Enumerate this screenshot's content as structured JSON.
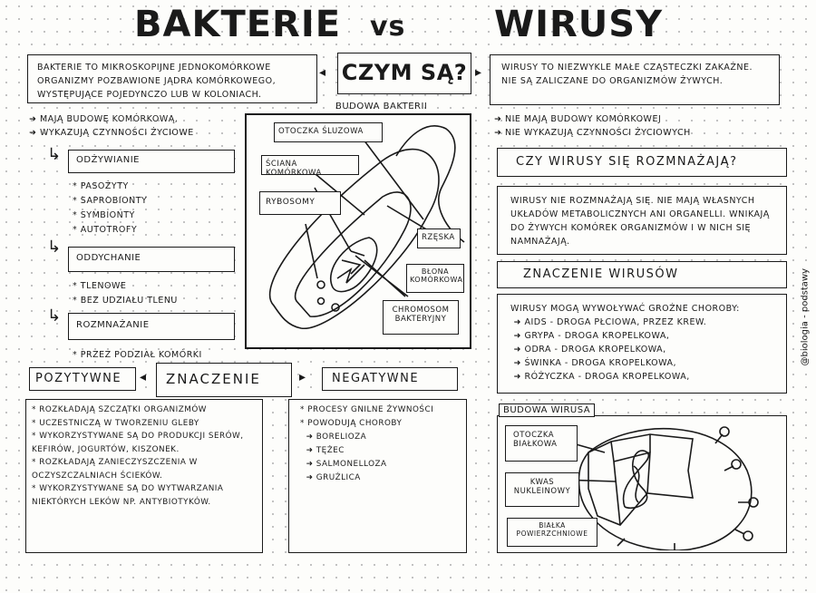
{
  "title": {
    "left": "BAKTERIE",
    "vs": "vs",
    "right": "WIRUSY"
  },
  "center_question": "CZYM SĄ?",
  "bacteria": {
    "definition": "Bakterie to mikroskopijne jednokomórkowe organizmy pozbawione jądra komórkowego, występujące pojedynczo lub w koloniach.",
    "features": [
      "Mają budowę komórkową,",
      "Wykazują czynności życiowe"
    ],
    "sections": [
      {
        "heading": "Odżywianie",
        "items": [
          "Pasożyty",
          "Saprobionty",
          "Symbionty",
          "Autotrofy"
        ]
      },
      {
        "heading": "Oddychanie",
        "items": [
          "Tlenowe",
          "Bez udziału tlenu"
        ]
      },
      {
        "heading": "Rozmnażanie",
        "items": [
          "Przez podział komórki"
        ]
      }
    ],
    "structure": {
      "title": "Budowa bakterii",
      "labels": {
        "slime": "Otoczka śluzowa",
        "wall": "Ściana komórkowa",
        "ribosomes": "Rybosomy",
        "flagellum": "Rzęska",
        "membrane": "Błona komórkowa",
        "chromosome": "Chromosom bakteryjny"
      }
    },
    "importance": {
      "heading": "Znaczenie",
      "positive_heading": "Pozytywne",
      "negative_heading": "Negatywne",
      "positive": [
        "Rozkładają szczątki organizmów",
        "Uczestniczą w tworzeniu gleby",
        "Wykorzystywane są do produkcji serów, kefirów, jogurtów, kiszonek.",
        "Rozkładają zanieczyszczenia w oczyszczalniach ścieków.",
        "Wykorzystywane są do wytwarzania niektórych leków np. antybiotyków."
      ],
      "negative": [
        "Procesy gnilne żywności",
        "Powodują choroby"
      ],
      "diseases": [
        "Borelioza",
        "Tężec",
        "Salmonelloza",
        "Gruźlica"
      ]
    }
  },
  "viruses": {
    "definition": "Wirusy to niezwykle małe cząsteczki zakaźne. Nie są zaliczane do organizmów żywych.",
    "features": [
      "Nie mają budowy komórkowej",
      "Nie wykazują czynności życiowych"
    ],
    "reproduction": {
      "question": "Czy wirusy się rozmnażają?",
      "answer": "Wirusy nie rozmnażają się. Nie mają własnych układów metabolicznych ani organelli. Wnikają do żywych komórek organizmów i w nich się namnażają."
    },
    "importance": {
      "heading": "Znaczenie wirusów",
      "intro": "Wirusy mogą wywoływać groźne choroby:",
      "diseases": [
        "AIDS - droga płciowa, przez krew.",
        "Grypa - droga kropelkowa,",
        "Odra - droga kropelkowa,",
        "Świnka - droga kropelkowa,",
        "Różyczka - droga kropelkowa,"
      ]
    },
    "structure": {
      "title": "Budowa wirusa",
      "labels": {
        "capsid": "Otoczka białkowa",
        "nucleic": "Kwas nukleinowy",
        "proteins": "Białka powierzchniowe"
      }
    }
  },
  "watermark": "@biologia - podstawy"
}
